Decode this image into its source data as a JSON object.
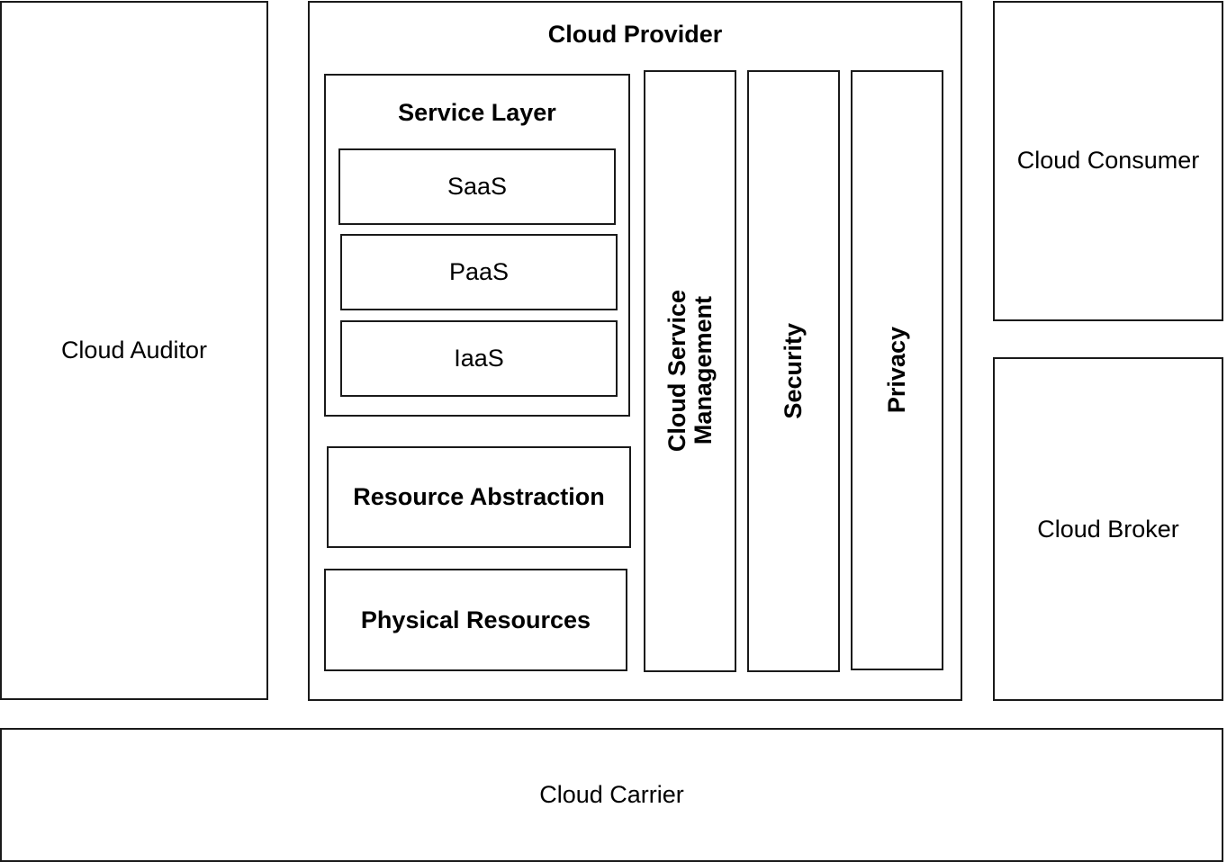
{
  "actors": {
    "auditor": "Cloud Auditor",
    "provider": "Cloud Provider",
    "consumer": "Cloud Consumer",
    "broker": "Cloud Broker",
    "carrier": "Cloud Carrier"
  },
  "provider": {
    "service_layer": {
      "title": "Service Layer",
      "items": [
        "SaaS",
        "PaaS",
        "IaaS"
      ]
    },
    "resource_abstraction": "Resource Abstraction",
    "physical_resources": "Physical Resources",
    "columns": {
      "management_line1": "Cloud Service",
      "management_line2": "Management",
      "security": "Security",
      "privacy": "Privacy"
    }
  }
}
